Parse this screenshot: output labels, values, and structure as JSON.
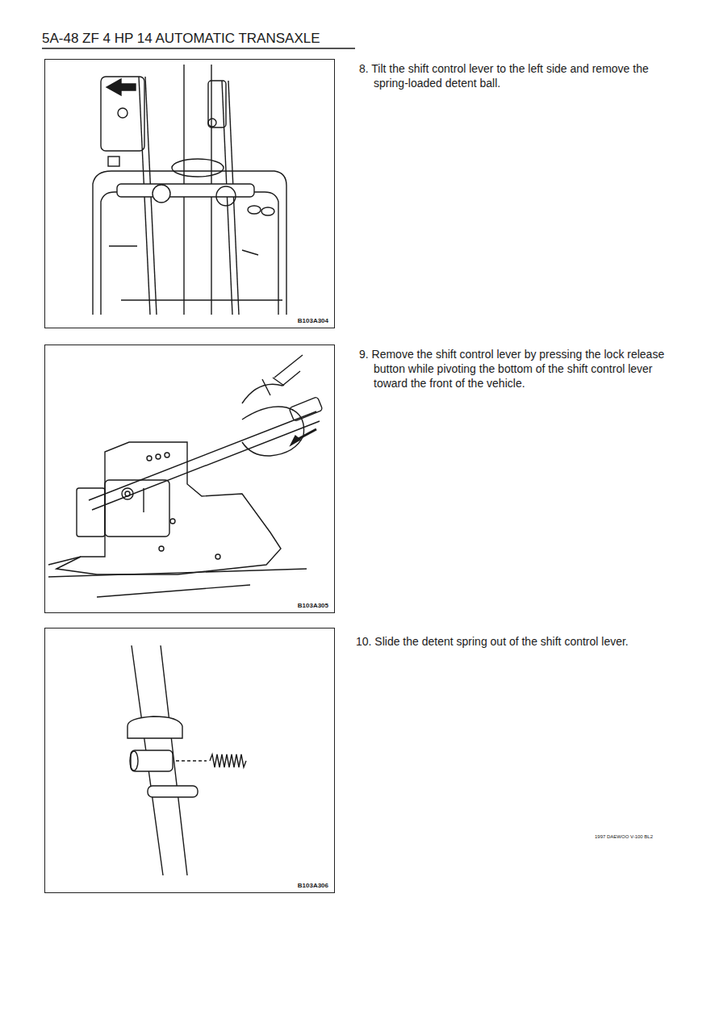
{
  "diagram": {
    "title": "5A-48 ZF 4 HP 14 AUTOMATIC TRANSAXLE",
    "nodes": [
      {
        "text": [
          "B103A304"
        ]
      },
      {
        "text": [
          "B103A305"
        ]
      },
      {
        "text": [
          "B103A306"
        ]
      }
    ],
    "labels": [
      "8. Tilt the shift control lever to the left side and remove the spring-loaded detent ball.",
      "9. Remove the shift control lever by pressing the lock release button while pivoting the bottom of the shift control lever toward the front of the vehicle.",
      "10. Slide the detent spring out of the shift control lever.",
      "1997 DAEWOO V-100 BL2"
    ]
  }
}
